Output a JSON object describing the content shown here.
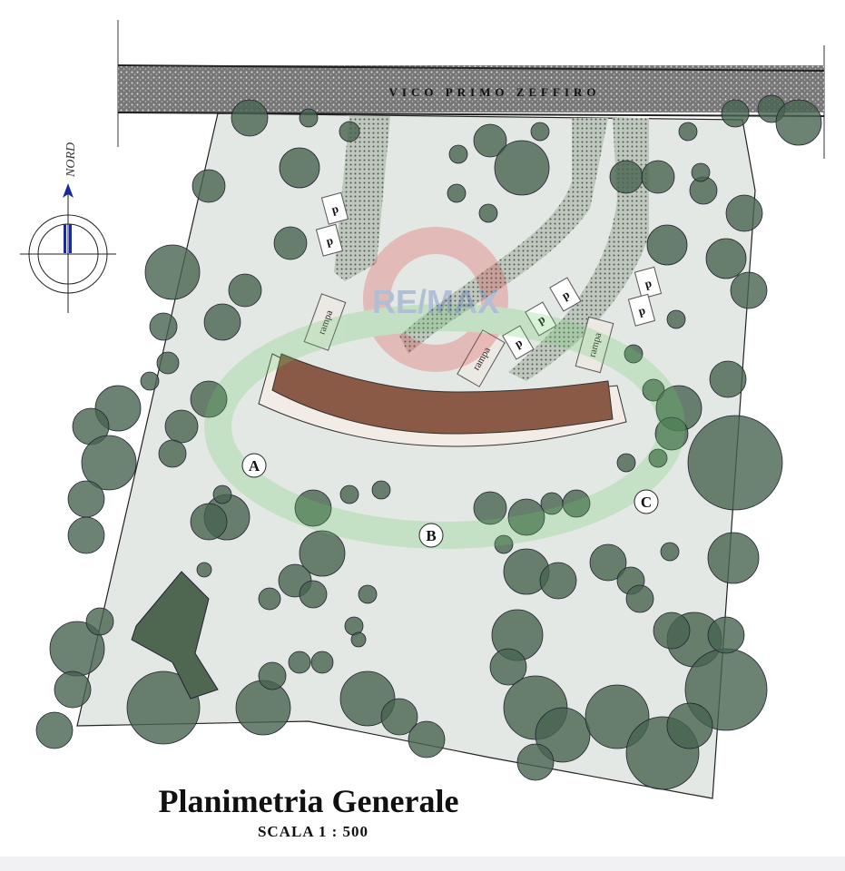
{
  "plan": {
    "road_name": "VICO PRIMO  ZEFFIRO",
    "north_label": "NORD",
    "parking_label": "p",
    "ramp_label": "rampa",
    "zones": [
      "A",
      "B",
      "C"
    ],
    "watermark": "RE/MAX"
  },
  "title": "Planimetria Generale",
  "scale": "SCALA   1 : 500",
  "colors": {
    "lot": "#e6e9e6",
    "tree": "#47634f",
    "road": "#5f5f5f",
    "building": "#8a5a46",
    "north_arrow": "#1a2a9a"
  }
}
